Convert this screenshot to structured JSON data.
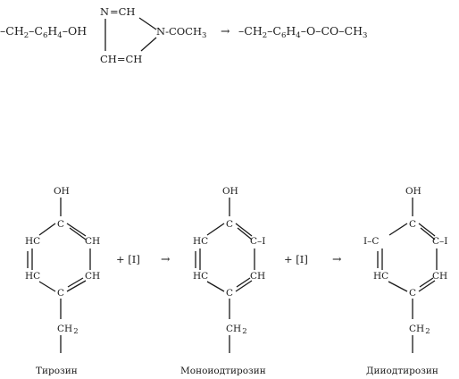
{
  "reaction1": {
    "reactant": [
      "–CH",
      "2",
      "–C",
      "6",
      "H",
      "4",
      "–OH"
    ],
    "reagent_ring": {
      "n_top": "N",
      "ch_top": "=CH",
      "n_right": "N-COCH",
      "n_right_sub": "3",
      "ch_bottom": "CH=CH"
    },
    "arrow": "→",
    "product": [
      "–CH",
      "2",
      "–C",
      "6",
      "H",
      "4",
      "–O–CO–CH",
      "3"
    ]
  },
  "reaction2": {
    "plus1": "+ [I]",
    "arrow1": "→",
    "plus2": "+ [I]",
    "arrow2": "→",
    "molecules": [
      {
        "name": "Тирозин",
        "oh": "OH",
        "c_top": "C",
        "hc_left_top": "HC",
        "ch_right_top": "CH",
        "hc_left_bottom": "HC",
        "ch_right_bottom": "CH",
        "c_bottom": "C",
        "ch2": "CH",
        "ch2_sub": "2"
      },
      {
        "name": "Моноиодтирозин",
        "oh": "OH",
        "c_top": "C",
        "hc_left_top": "HC",
        "ci_right_top": "C–I",
        "hc_left_bottom": "HC",
        "ch_right_bottom": "CH",
        "c_bottom": "C",
        "ch2": "CH",
        "ch2_sub": "2"
      },
      {
        "name": "Дииодтирозин",
        "oh": "OH",
        "c_top": "C",
        "ic_left_top": "I–C",
        "ci_right_top": "C–I",
        "hc_left_bottom": "HC",
        "ch_right_bottom": "CH",
        "c_bottom": "C",
        "ch2": "CH",
        "ch2_sub": "2"
      }
    ]
  }
}
